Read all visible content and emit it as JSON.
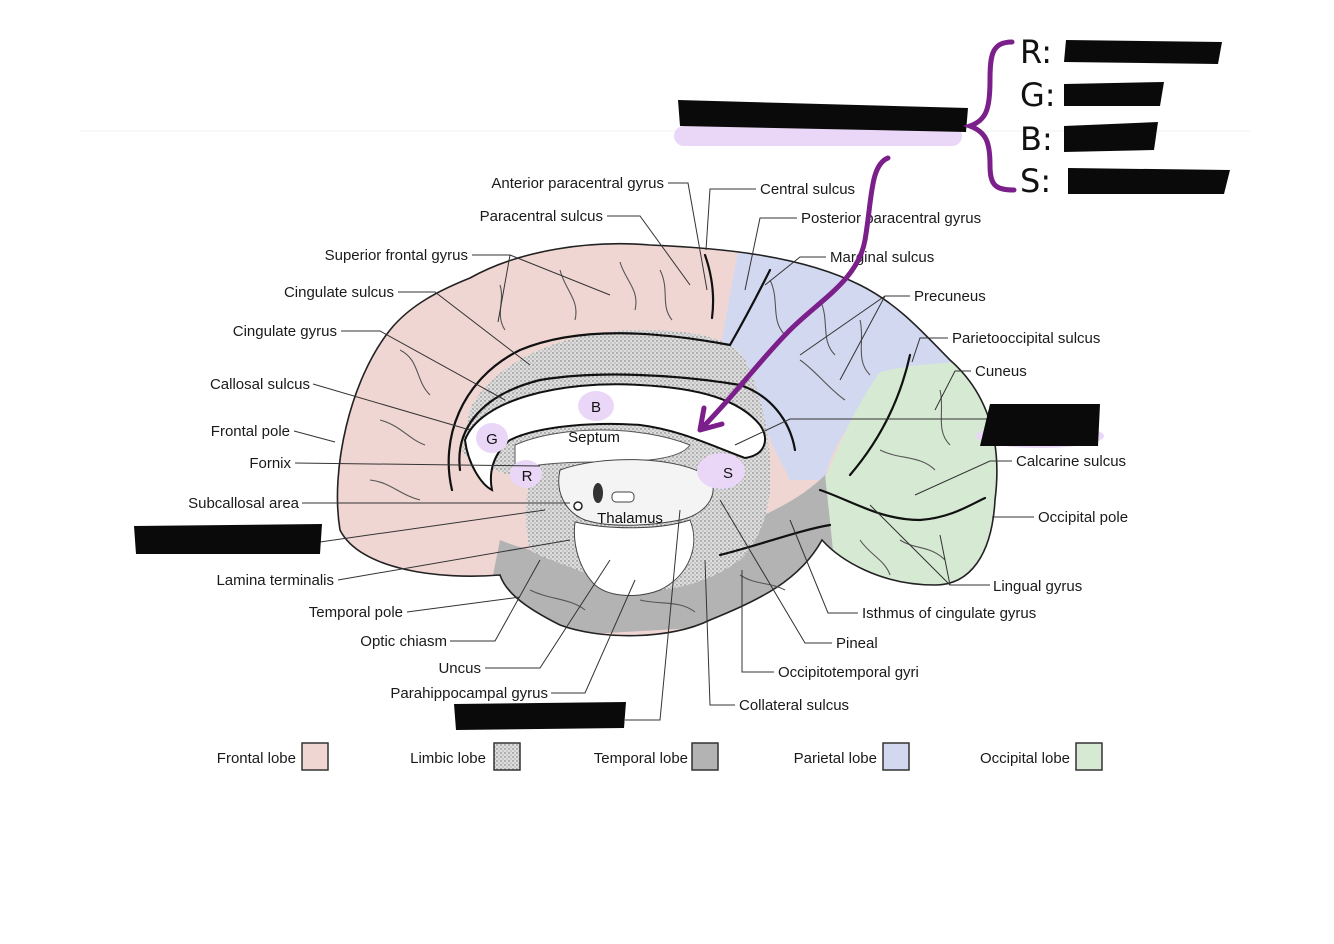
{
  "colors": {
    "frontal": "#f0d6d3",
    "limbic_fill": "#dedede",
    "temporal": "#b3b3b3",
    "parietal": "#d3d8f1",
    "occipital": "#d6ead3",
    "highlight": "#ead7f7",
    "annotation_purple": "#7b1f8a"
  },
  "icons": [
    "curly-brace-icon",
    "curved-arrow-icon",
    "redaction-mark-icon"
  ],
  "handwritten": {
    "letters": [
      "R:",
      "G:",
      "B:",
      "S:"
    ]
  },
  "inner_labels": {
    "septum": "Septum",
    "thalamus": "Thalamus",
    "marker_b": "B",
    "marker_g": "G",
    "marker_r": "R",
    "marker_s": "S"
  },
  "labels_left": [
    "Anterior paracentral gyrus",
    "Paracentral sulcus",
    "Superior frontal gyrus",
    "Cingulate sulcus",
    "Cingulate gyrus",
    "Callosal sulcus",
    "Frontal pole",
    "Fornix",
    "Subcallosal area",
    "Lamina terminalis",
    "Temporal pole",
    "Optic chiasm",
    "Uncus",
    "Parahippocampal gyrus"
  ],
  "labels_right": [
    "Central sulcus",
    "Posterior paracentral gyrus",
    "Marginal sulcus",
    "Precuneus",
    "Parietooccipital sulcus",
    "Cuneus",
    "Calcarine sulcus",
    "Occipital pole",
    "Lingual gyrus",
    "Isthmus of cingulate gyrus",
    "Pineal",
    "Occipitotemporal gyri",
    "Collateral sulcus"
  ],
  "legend": [
    {
      "label": "Frontal lobe",
      "key": "frontal"
    },
    {
      "label": "Limbic lobe",
      "key": "limbic"
    },
    {
      "label": "Temporal lobe",
      "key": "temporal"
    },
    {
      "label": "Parietal lobe",
      "key": "parietal"
    },
    {
      "label": "Occipital lobe",
      "key": "occipital"
    }
  ]
}
